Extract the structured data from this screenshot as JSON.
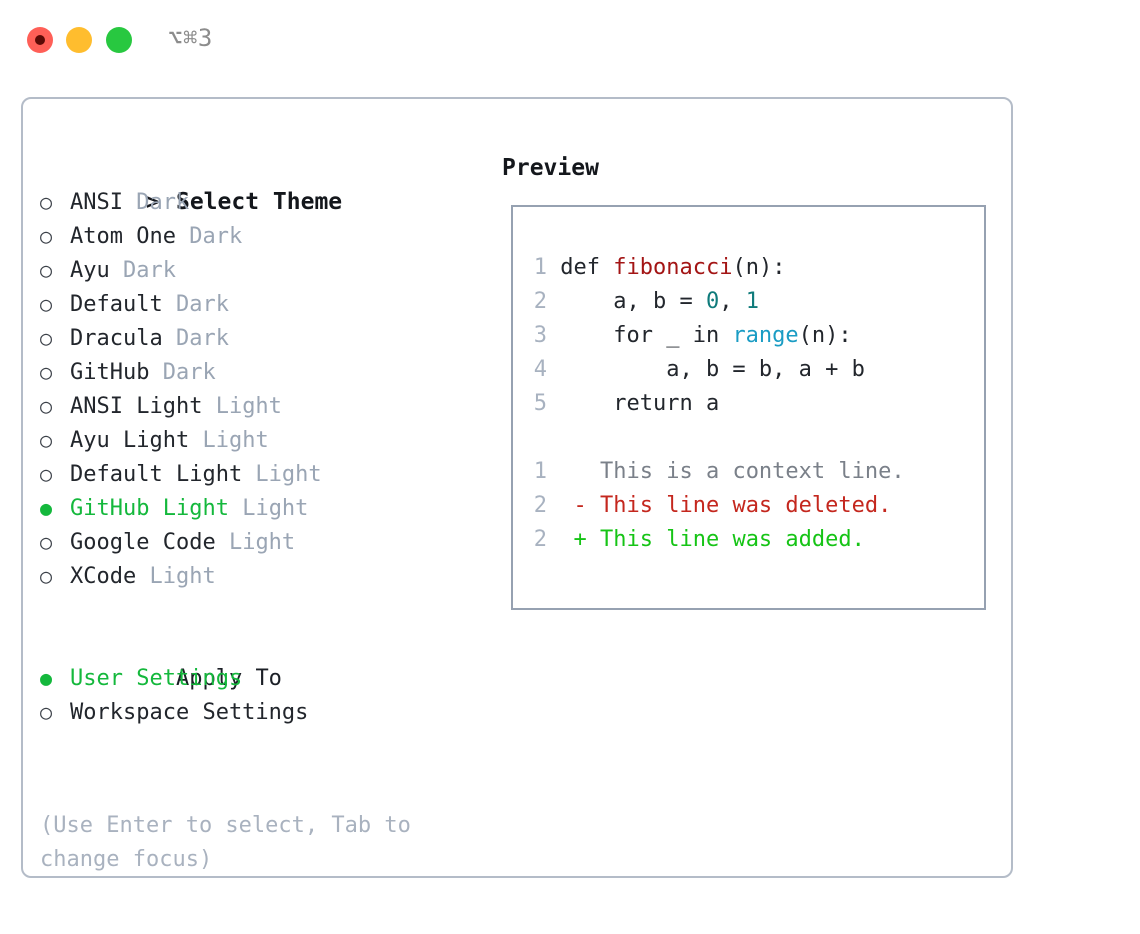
{
  "titlebar": {
    "shortcut": "⌥⌘3",
    "buttons": [
      "close",
      "minimize",
      "maximize"
    ]
  },
  "theme_picker": {
    "heading": "Select Theme",
    "heading_prefix": ">",
    "bullet_selected": "●",
    "bullet_unselected": "○",
    "items": [
      {
        "name": "ANSI",
        "variant": "Dark",
        "selected": false
      },
      {
        "name": "Atom One",
        "variant": "Dark",
        "selected": false
      },
      {
        "name": "Ayu",
        "variant": "Dark",
        "selected": false
      },
      {
        "name": "Default",
        "variant": "Dark",
        "selected": false
      },
      {
        "name": "Dracula",
        "variant": "Dark",
        "selected": false
      },
      {
        "name": "GitHub",
        "variant": "Dark",
        "selected": false
      },
      {
        "name": "ANSI Light",
        "variant": "Light",
        "selected": false
      },
      {
        "name": "Ayu Light",
        "variant": "Light",
        "selected": false
      },
      {
        "name": "Default Light",
        "variant": "Light",
        "selected": false
      },
      {
        "name": "GitHub Light",
        "variant": "Light",
        "selected": true
      },
      {
        "name": "Google Code",
        "variant": "Light",
        "selected": false
      },
      {
        "name": "XCode",
        "variant": "Light",
        "selected": false
      }
    ]
  },
  "apply_to": {
    "heading": "Apply To",
    "items": [
      {
        "name": "User Settings",
        "selected": true
      },
      {
        "name": "Workspace Settings",
        "selected": false
      }
    ]
  },
  "hint": {
    "line1": "(Use Enter to select, Tab to",
    "line2": "change focus)"
  },
  "preview": {
    "title": "Preview",
    "code_lines": [
      {
        "no": "1",
        "tokens": [
          {
            "t": "def ",
            "c": "plain"
          },
          {
            "t": "fibonacci",
            "c": "fn"
          },
          {
            "t": "(n):",
            "c": "plain"
          }
        ]
      },
      {
        "no": "2",
        "tokens": [
          {
            "t": "    a, b = ",
            "c": "plain"
          },
          {
            "t": "0",
            "c": "num"
          },
          {
            "t": ", ",
            "c": "plain"
          },
          {
            "t": "1",
            "c": "num"
          }
        ]
      },
      {
        "no": "3",
        "tokens": [
          {
            "t": "    for _ in ",
            "c": "plain"
          },
          {
            "t": "range",
            "c": "call"
          },
          {
            "t": "(n):",
            "c": "plain"
          }
        ]
      },
      {
        "no": "4",
        "tokens": [
          {
            "t": "        a, b = b, a + b",
            "c": "plain"
          }
        ]
      },
      {
        "no": "5",
        "tokens": [
          {
            "t": "    return a",
            "c": "plain"
          }
        ]
      }
    ],
    "diff_lines": [
      {
        "no": "1",
        "marker": " ",
        "text": " This is a context line.",
        "kind": "ctx"
      },
      {
        "no": "2",
        "marker": "-",
        "text": " This line was deleted.",
        "kind": "del"
      },
      {
        "no": "2",
        "marker": "+",
        "text": " This line was added.",
        "kind": "add"
      }
    ]
  },
  "colors": {
    "accent_green": "#14b83c",
    "badge_gray": "#9aa5b4",
    "hint_gray": "#a9b2bf",
    "panel_border": "#b4bcc8",
    "code_border": "#96a1b1",
    "line_number": "#a8b2c0",
    "syntax_function": "#a31515",
    "syntax_number": "#0f7b7b",
    "syntax_call": "#1a9cc4",
    "diff_context": "#7a8089",
    "diff_deleted": "#c4271e",
    "diff_added": "#16c416",
    "traffic_red": "#ff5f57",
    "traffic_amber": "#ffbd2e",
    "traffic_green": "#28c840"
  }
}
